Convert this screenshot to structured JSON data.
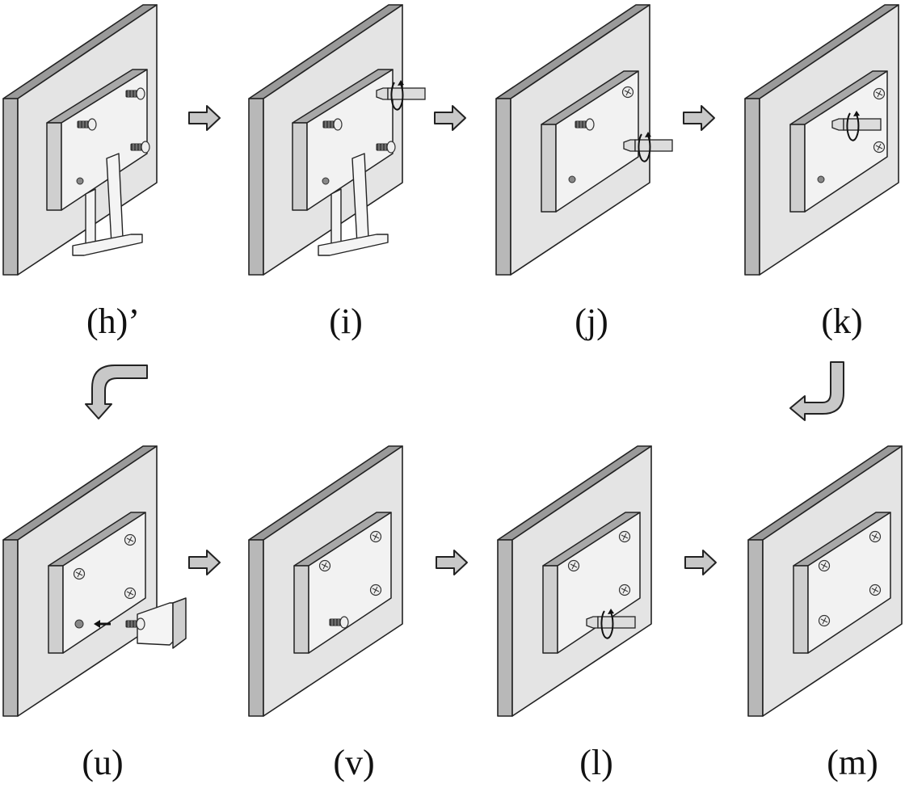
{
  "figure": {
    "panels": [
      {
        "id": "h-prime",
        "label": "(h)’",
        "row": 0,
        "col": 0,
        "state": "plate with stand, three screws partly inserted"
      },
      {
        "id": "i",
        "label": "(i)",
        "row": 0,
        "col": 1,
        "state": "screwdriver tightening top-right screw"
      },
      {
        "id": "j",
        "label": "(j)",
        "row": 0,
        "col": 2,
        "state": "stand removed, screwdriver tightening lower-right screw"
      },
      {
        "id": "k",
        "label": "(k)",
        "row": 0,
        "col": 3,
        "state": "screwdriver tightening left screw"
      },
      {
        "id": "u",
        "label": "(u)",
        "row": 1,
        "col": 0,
        "state": "screw inserted into remaining hole with holder"
      },
      {
        "id": "v",
        "label": "(v)",
        "row": 1,
        "col": 1,
        "state": "fourth screw partly inserted"
      },
      {
        "id": "l",
        "label": "(l)",
        "row": 1,
        "col": 2,
        "state": "screwdriver tightening fourth screw"
      },
      {
        "id": "m",
        "label": "(m)",
        "row": 1,
        "col": 3,
        "state": "all four screws fastened"
      }
    ],
    "flow_arrows": [
      {
        "from": "h-prime",
        "to": "i",
        "icon": "right-arrow-icon"
      },
      {
        "from": "i",
        "to": "j",
        "icon": "right-arrow-icon"
      },
      {
        "from": "j",
        "to": "k",
        "icon": "right-arrow-icon"
      },
      {
        "from": "k",
        "to": "m",
        "icon": "bent-down-left-arrow-icon"
      },
      {
        "from": "h-prime",
        "to": "u",
        "icon": "bent-down-arrow-icon"
      },
      {
        "from": "u",
        "to": "v",
        "icon": "right-arrow-icon"
      },
      {
        "from": "v",
        "to": "l",
        "icon": "right-arrow-icon"
      },
      {
        "from": "l",
        "to": "m",
        "icon": "right-arrow-icon"
      }
    ]
  }
}
